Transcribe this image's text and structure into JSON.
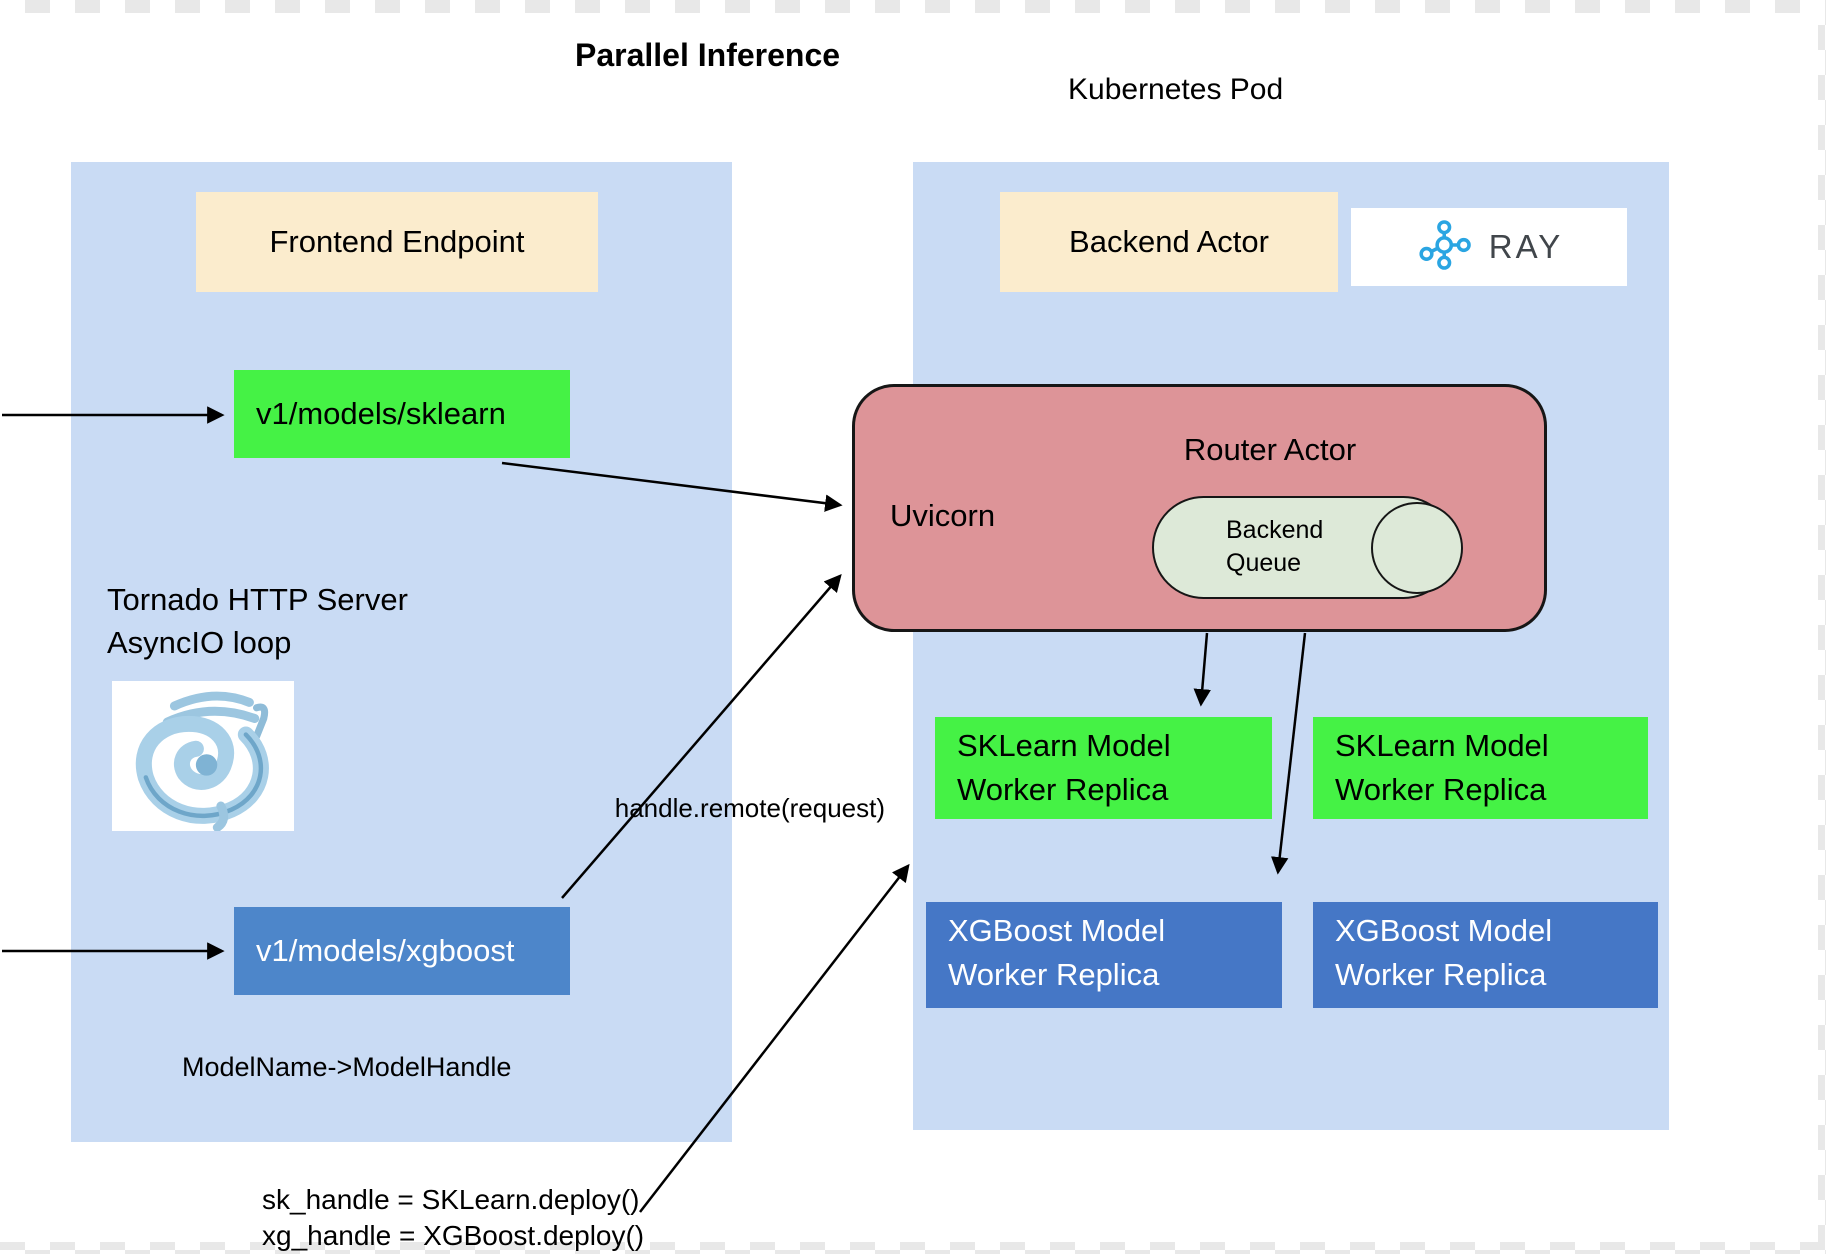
{
  "title": "Parallel Inference",
  "kubernetes_pod_label": "Kubernetes Pod",
  "frontend": {
    "endpoint_label": "Frontend Endpoint",
    "sklearn_route": "v1/models/sklearn",
    "xgboost_route": "v1/models/xgboost",
    "tornado_line1": "Tornado HTTP Server",
    "tornado_line2": "AsyncIO loop",
    "model_map_label": "ModelName->ModelHandle"
  },
  "backend": {
    "actor_label": "Backend Actor",
    "ray_logo_text": "RAY",
    "router": {
      "title": "Router Actor",
      "uvicorn_label": "Uvicorn",
      "queue_line1": "Backend",
      "queue_line2": "Queue"
    },
    "workers": [
      {
        "type": "sklearn",
        "line1": "SKLearn Model",
        "line2": "Worker Replica"
      },
      {
        "type": "sklearn",
        "line1": "SKLearn Model",
        "line2": "Worker Replica"
      },
      {
        "type": "xgboost",
        "line1": "XGBoost Model",
        "line2": "Worker Replica"
      },
      {
        "type": "xgboost",
        "line1": "XGBoost Model",
        "line2": "Worker Replica"
      }
    ]
  },
  "annotations": {
    "handle_remote": "handle.remote(request)",
    "deploy_line1": "sk_handle = SKLearn.deploy()",
    "deploy_line2": "xg_handle = XGBoost.deploy()"
  },
  "colors": {
    "panel_blue": "#c9dbf4",
    "cream": "#fbeccd",
    "bright_green": "#45f245",
    "endpoint_blue": "#4d86ca",
    "worker_blue": "#4577c6",
    "router_pink": "#dd9498",
    "queue_green": "#dde9d8",
    "ray_blue": "#2aa5e2"
  }
}
